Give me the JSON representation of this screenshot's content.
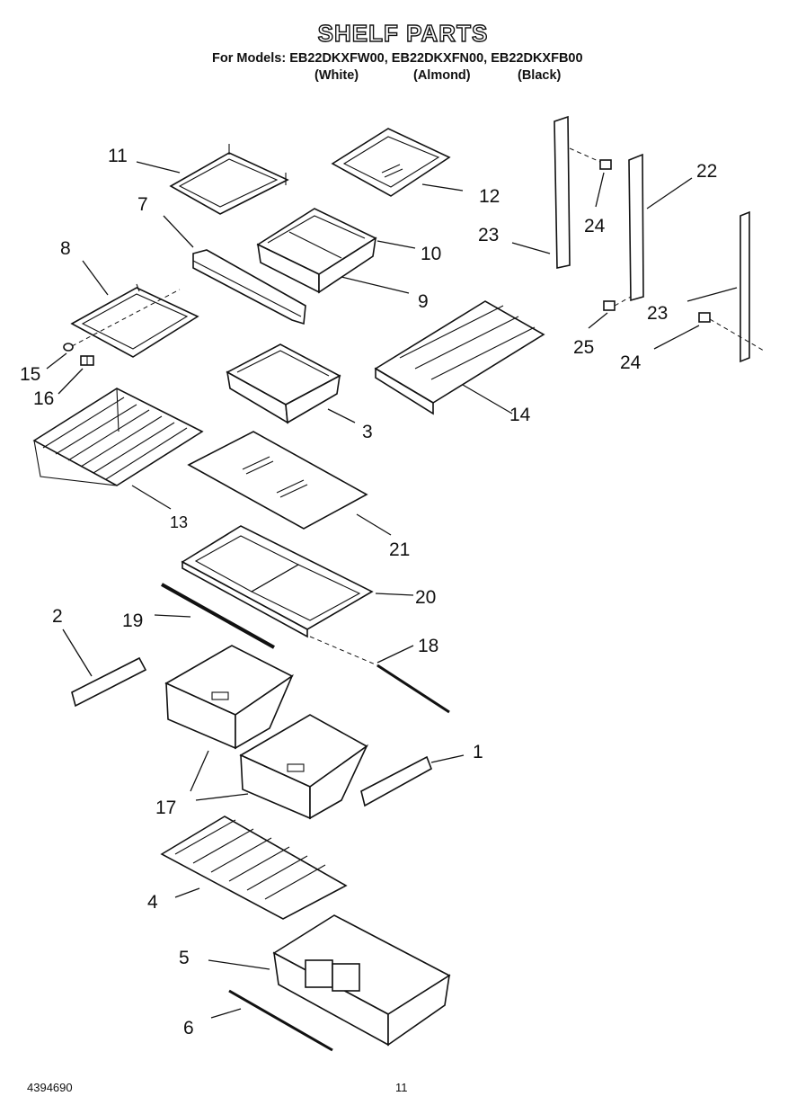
{
  "header": {
    "title": "SHELF PARTS",
    "models_line": "For Models: EB22DKXFW00, EB22DKXFN00, EB22DKXFB00",
    "color_white": "(White)",
    "color_almond": "(Almond)",
    "color_black": "(Black)"
  },
  "callouts": {
    "c1": "1",
    "c2": "2",
    "c3": "3",
    "c4": "4",
    "c5": "5",
    "c6": "6",
    "c7": "7",
    "c8": "8",
    "c9": "9",
    "c10": "10",
    "c11": "11",
    "c12": "12",
    "c13": "13",
    "c14": "14",
    "c15": "15",
    "c16": "16",
    "c17": "17",
    "c18": "18",
    "c19": "19",
    "c20": "20",
    "c21": "21",
    "c22": "22",
    "c23a": "23",
    "c23b": "23",
    "c24a": "24",
    "c24b": "24",
    "c25": "25"
  },
  "footer": {
    "doc_number": "4394690",
    "page_number": "11"
  }
}
